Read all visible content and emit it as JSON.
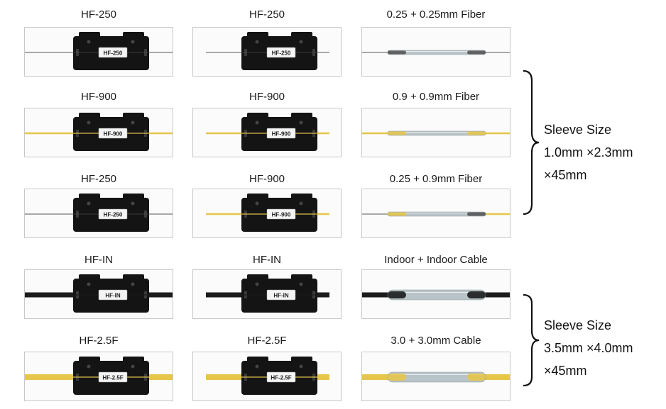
{
  "rows": [
    {
      "labels": [
        "HF-250",
        "HF-250",
        "0.25 + 0.25mm Fiber"
      ],
      "holder_tags": [
        "HF-250",
        "HF-250"
      ],
      "fiber_left": [
        "bare",
        "bare"
      ],
      "fiber_right": [
        "bare",
        "bare"
      ],
      "sleeve_ends": [
        "bare",
        "bare"
      ]
    },
    {
      "labels": [
        "HF-900",
        "HF-900",
        "0.9 + 0.9mm Fiber"
      ],
      "holder_tags": [
        "HF-900",
        "HF-900"
      ],
      "fiber_left": [
        "yellow",
        "yellow"
      ],
      "fiber_right": [
        "yellow",
        "yellow"
      ],
      "sleeve_ends": [
        "yellow",
        "yellow"
      ]
    },
    {
      "labels": [
        "HF-250",
        "HF-900",
        "0.25 + 0.9mm Fiber"
      ],
      "holder_tags": [
        "HF-250",
        "HF-900"
      ],
      "fiber_left": [
        "bare",
        "yellow"
      ],
      "fiber_right": [
        "bare",
        "yellow"
      ],
      "sleeve_ends": [
        "yellow",
        "bare"
      ]
    },
    {
      "labels": [
        "HF-IN",
        "HF-IN",
        "Indoor + Indoor Cable"
      ],
      "holder_tags": [
        "HF-IN",
        "HF-IN"
      ],
      "fiber_left": [
        "black",
        "black"
      ],
      "fiber_right": [
        "black",
        "black"
      ],
      "sleeve_ends": [
        "black",
        "black"
      ]
    },
    {
      "labels": [
        "HF-2.5F",
        "HF-2.5F",
        "3.0 + 3.0mm Cable"
      ],
      "holder_tags": [
        "HF-2.5F",
        "HF-2.5F"
      ],
      "fiber_left": [
        "thick-yellow",
        "thick-yellow"
      ],
      "fiber_right": [
        "thick-yellow",
        "thick-yellow"
      ],
      "sleeve_ends": [
        "thick-yellow",
        "thick-yellow"
      ]
    }
  ],
  "groups": [
    {
      "lines": [
        "Sleeve Size",
        "1.0mm ×2.3mm",
        "×45mm"
      ]
    },
    {
      "lines": [
        "Sleeve Size",
        "3.5mm ×4.0mm",
        "×45mm"
      ]
    }
  ],
  "colors": {
    "holder": "#141414",
    "tag_bg": "#f4f4f4",
    "bare_fiber": "#555555",
    "yellow_fiber": "#e6c64a",
    "black_cable": "#1c1c1c",
    "sleeve": "#b9c4c8"
  }
}
